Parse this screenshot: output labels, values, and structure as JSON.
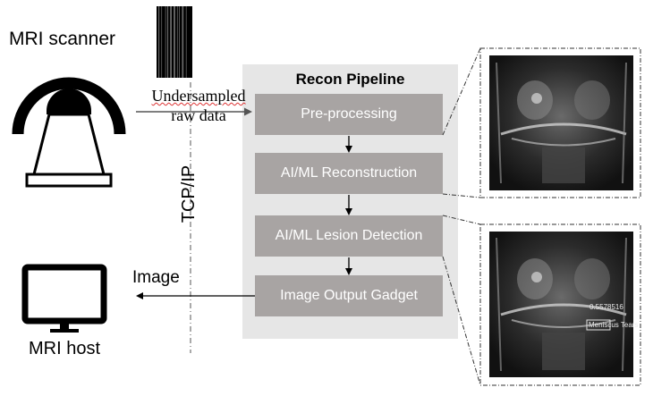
{
  "scanner": {
    "label": "MRI scanner",
    "icon": "mri-scanner-icon"
  },
  "raw_data": {
    "label_line1": "Undersampled",
    "label_line2": "raw data",
    "icon": "k-space-barcode-icon"
  },
  "network": {
    "label": "TCP/IP"
  },
  "pipeline": {
    "title": "Recon Pipeline",
    "stages": [
      {
        "label": "Pre-processing"
      },
      {
        "label": "AI/ML Reconstruction"
      },
      {
        "label": "AI/ML Lesion Detection"
      },
      {
        "label": "Image Output Gadget"
      }
    ]
  },
  "output": {
    "label": "Image"
  },
  "host": {
    "label": "MRI host",
    "icon": "monitor-icon"
  },
  "images": [
    {
      "name": "reconstructed-knee-mri",
      "icon": "knee-mri-image"
    },
    {
      "name": "lesion-detection-knee-mri",
      "icon": "knee-mri-image",
      "detection_score": "0.5578516",
      "detection_label": "Meniscus Tears"
    }
  ],
  "colors": {
    "panel_bg": "#e6e6e6",
    "stage_bg": "#a8a4a3",
    "stage_text": "#ffffff",
    "arrow": "#000000",
    "dash": "#333333"
  }
}
